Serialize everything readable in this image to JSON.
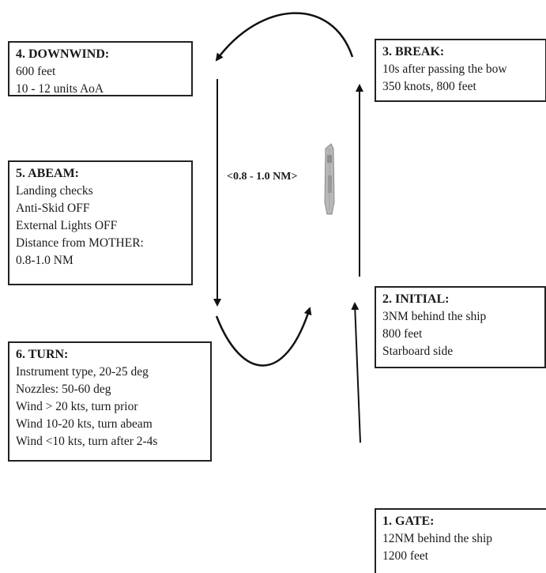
{
  "steps": {
    "gate": {
      "title": "1. GATE:",
      "lines": [
        "12NM behind the ship",
        "1200 feet"
      ]
    },
    "initial": {
      "title": "2. INITIAL:",
      "lines": [
        "3NM behind the ship",
        "800 feet",
        "Starboard side"
      ]
    },
    "break": {
      "title": "3. BREAK:",
      "lines": [
        "10s after passing the bow",
        "350 knots, 800 feet"
      ]
    },
    "downwind": {
      "title": "4. DOWNWIND:",
      "lines": [
        "600 feet",
        "10 - 12 units AoA"
      ]
    },
    "abeam": {
      "title": "5. ABEAM:",
      "lines": [
        "Landing checks",
        "Anti-Skid OFF",
        "External Lights OFF",
        "Distance from MOTHER:",
        "0.8-1.0 NM"
      ]
    },
    "turn": {
      "title": "6. TURN:",
      "lines": [
        "Instrument type, 20-25 deg",
        "Nozzles: 50-60 deg",
        "Wind > 20 kts, turn prior",
        "Wind 10-20 kts, turn abeam",
        "Wind <10 kts, turn after 2-4s"
      ]
    }
  },
  "distance_label": "<0.8 - 1.0 NM>",
  "colors": {
    "line": "#111111",
    "ship_fill": "#b8b8b8",
    "ship_stroke": "#8a8a8a"
  }
}
